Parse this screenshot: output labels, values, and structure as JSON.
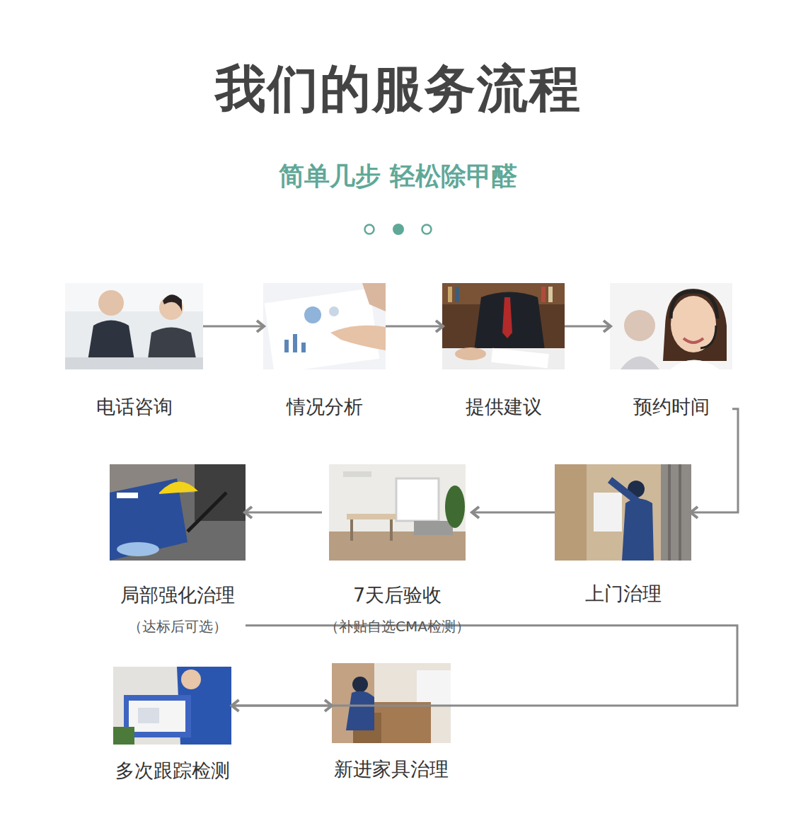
{
  "diagram": {
    "title": "我们的服务流程",
    "nodes": [
      {
        "text": [
          "电话咨询"
        ]
      },
      {
        "text": [
          "情况分析"
        ]
      },
      {
        "text": [
          "提供建议"
        ]
      },
      {
        "text": [
          "预约时间"
        ]
      },
      {
        "text": [
          "上门治理"
        ]
      },
      {
        "text": [
          "7天后验收",
          "（补贴自选CMA检测）"
        ]
      },
      {
        "text": [
          "局部强化治理",
          "（达标后可选）"
        ]
      },
      {
        "text": [
          "多次跟踪检测"
        ]
      },
      {
        "text": [
          "新进家具治理"
        ]
      }
    ],
    "edges": [
      {
        "from": 0,
        "to": 1,
        "arrow": "to"
      },
      {
        "from": 1,
        "to": 2,
        "arrow": "to"
      },
      {
        "from": 2,
        "to": 3,
        "arrow": "to"
      },
      {
        "from": 3,
        "to": 4,
        "arrow": "to"
      },
      {
        "from": 4,
        "to": 5,
        "arrow": "to"
      },
      {
        "from": 5,
        "to": 6,
        "arrow": "to"
      },
      {
        "from": 6,
        "to": 7,
        "arrow": "to"
      },
      {
        "from": 7,
        "to": 8,
        "arrow": "to"
      }
    ],
    "labels": [
      "简单几步 轻松除甲醛"
    ]
  }
}
